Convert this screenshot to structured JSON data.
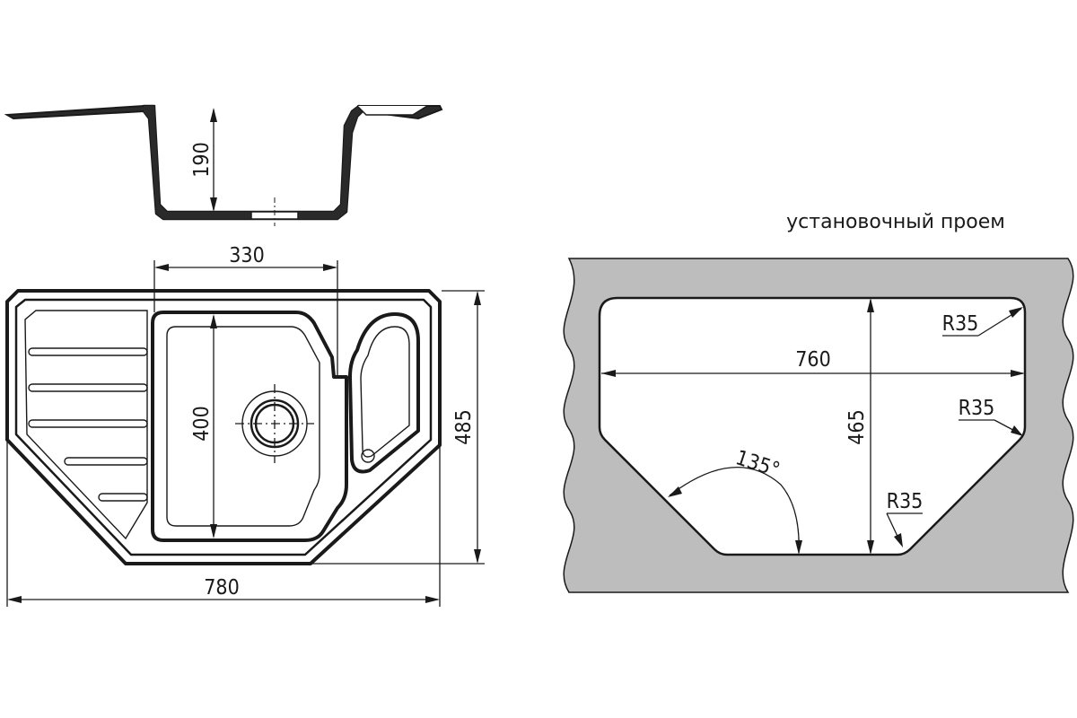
{
  "drawing": {
    "dimensions": {
      "bowl_depth": "190",
      "bowl_width": "330",
      "bowl_length": "400",
      "sink_depth": "485",
      "sink_width": "780",
      "cutout_width": "760",
      "cutout_depth": "465",
      "corner_angle": "135°",
      "radius_top": "R35",
      "radius_side": "R35",
      "radius_bottom": "R35"
    },
    "cutout_caption": "установочный проем",
    "colors": {
      "line": "#1a1a1a",
      "countertop": "#bdbdbd",
      "cutout": "#ffffff",
      "background": "#ffffff"
    }
  }
}
